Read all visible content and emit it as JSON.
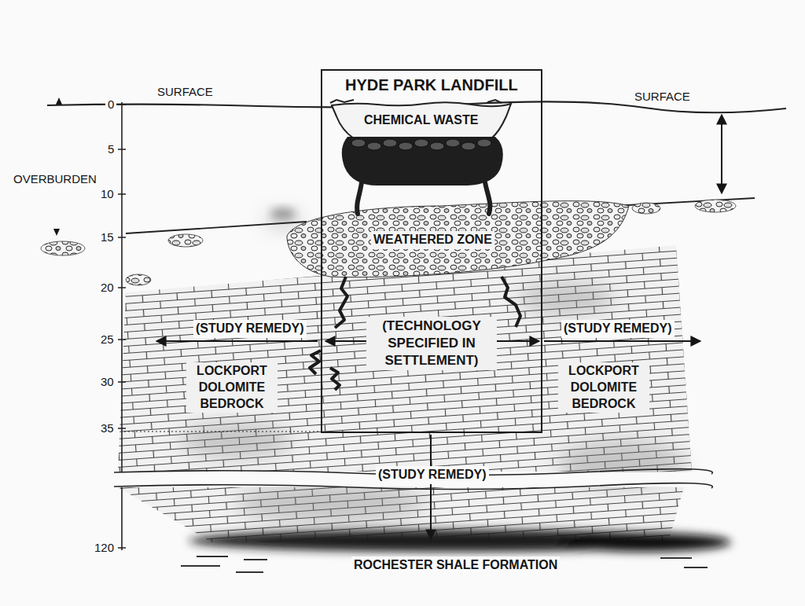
{
  "diagram": {
    "nodes": [
      {
        "text": [
          "HYDE PARK LANDFILL",
          "(TECHNOLOGY SPECIFIED IN SETTLEMENT)"
        ]
      },
      {
        "text": [
          "CHEMICAL WASTE"
        ],
        "in": 0
      }
    ],
    "labels": [
      "SURFACE",
      "SURFACE",
      "OVERBURDEN",
      "0",
      "5",
      "10",
      "15",
      "20",
      "25",
      "30",
      "35",
      "120",
      "WEATHERED ZONE",
      "(STUDY REMEDY)",
      "(STUDY REMEDY)",
      "LOCKPORT DOLOMITE BEDROCK",
      "LOCKPORT DOLOMITE BEDROCK",
      "(STUDY REMEDY)",
      "ROCHESTER SHALE FORMATION"
    ]
  }
}
